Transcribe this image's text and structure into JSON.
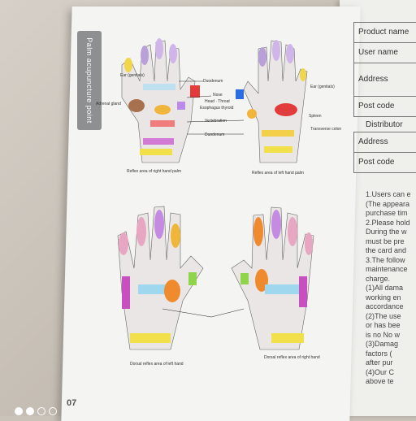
{
  "side_tab": "Palm acupuncture point",
  "figures": {
    "right_palm_caption": "Reflex area of right hand palm",
    "left_palm_caption": "Reflex area of left hand palm",
    "left_dorsal_caption": "Dorsal reflex area of left hand",
    "right_dorsal_caption": "Dorsal reflex area of right hand"
  },
  "labels": {
    "ear_left": "Ear (genitals)",
    "ear_right": "Ear (genitals)",
    "adrenal": "Adrenal gland",
    "duodenum_top": "Duodenum",
    "nose": "Nose",
    "head_throat": "Head · Throat",
    "esophagus": "Esophagus thyroid",
    "vertebration": "Vertebration",
    "duodenum_bottom": "Duodenum",
    "spleen": "Spleen",
    "transverse": "Transverse colon"
  },
  "page_number": "07",
  "form": {
    "product_name": "Product name",
    "user_name": "User name",
    "address": "Address",
    "post_code": "Post code",
    "distributor": "Distributor",
    "dist_address": "Address",
    "dist_post_code": "Post code"
  },
  "text_lines": [
    "1.Users can e",
    "(The appeara",
    "purchase tim",
    "2.Please hold",
    "During the w",
    "must be pre",
    "the card and",
    "3.The follow",
    "maintenance",
    "charge.",
    "(1)All dama",
    "working en",
    "accordance",
    "(2)The use",
    "or has bee",
    "is no No w",
    "(3)Damag",
    "factors (",
    "after pur",
    "(4)Our C",
    "above te"
  ],
  "colors": {
    "page": "#f4f4f2",
    "tab": "#8d8f91",
    "skin": "#ebe6e6"
  }
}
